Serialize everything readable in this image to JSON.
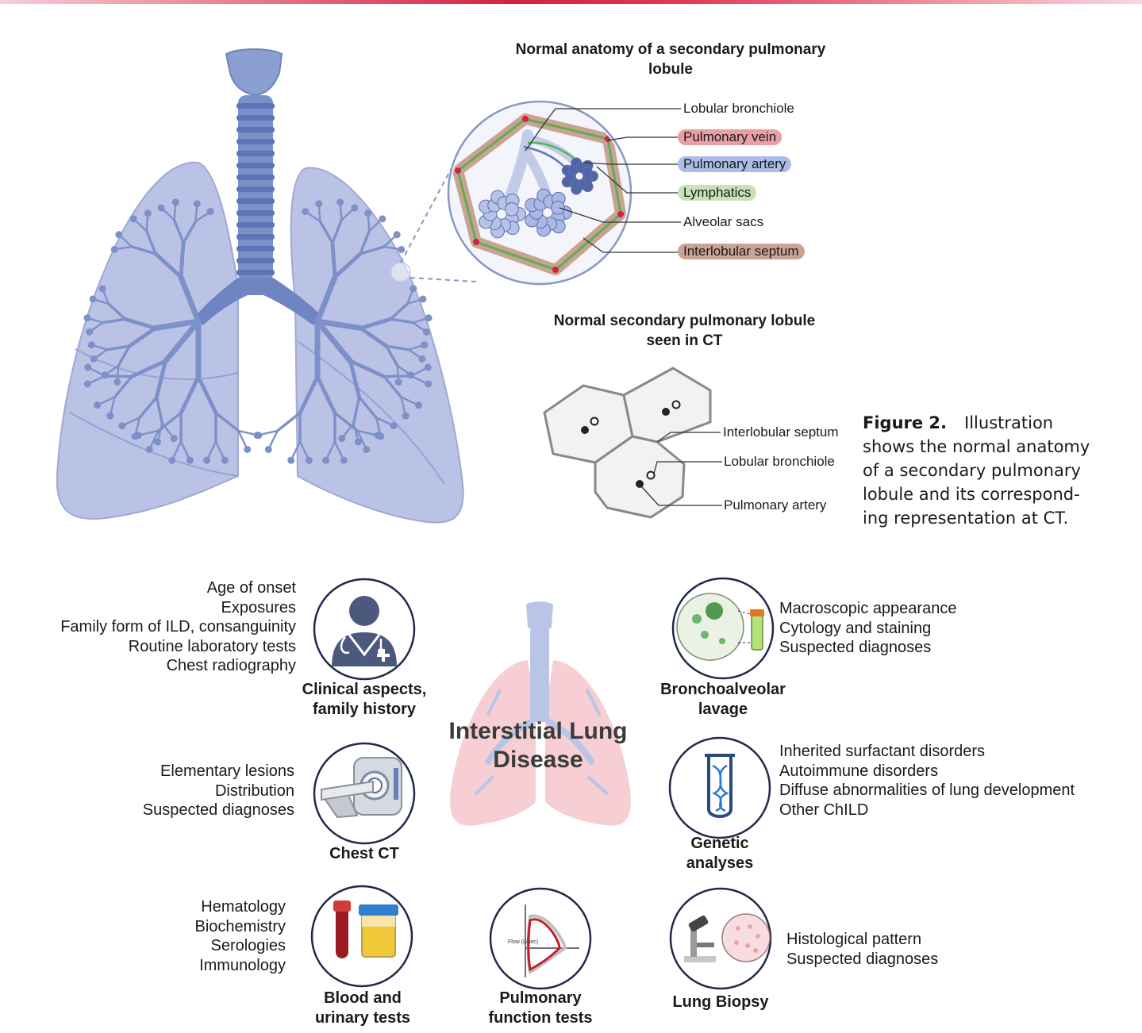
{
  "lobule_title": "Normal anatomy of a secondary pulmonary lobule",
  "lobule_labels": {
    "lobular_bronchiole": "Lobular bronchiole",
    "pulmonary_vein": "Pulmonary vein",
    "pulmonary_artery": "Pulmonary artery",
    "lymphatics": "Lymphatics",
    "alveolar_sacs": "Alveolar sacs",
    "interlobular_septum": "Interlobular septum"
  },
  "ct_title": "Normal secondary pulmonary lobule seen in CT",
  "ct_labels": {
    "interlobular_septum": "Interlobular septum",
    "lobular_bronchiole": "Lobular bronchiole",
    "pulmonary_artery": "Pulmonary artery"
  },
  "caption": {
    "label": "Figure 2.",
    "text": "Illustration shows the normal anatomy of a secondary pulmonary lobule and its correspond-ing representation at CT."
  },
  "center_title": "Interstitial Lung Disease",
  "modules": {
    "clinical": {
      "caption": "Clinical aspects, family history",
      "items": [
        "Age of onset",
        "Exposures",
        "Family form of ILD, consanguinity",
        "Routine laboratory tests",
        "Chest radiography"
      ]
    },
    "ct": {
      "caption": "Chest CT",
      "items": [
        "Elementary lesions",
        "Distribution",
        "Suspected diagnoses"
      ]
    },
    "blood": {
      "caption": "Blood and urinary tests",
      "items": [
        "Hematology",
        "Biochemistry",
        "Serologies",
        "Immunology"
      ]
    },
    "pft": {
      "caption": "Pulmonary function tests",
      "axis_label": "Flow (L/sec)"
    },
    "bal": {
      "caption": "Bronchoalveolar lavage",
      "items": [
        "Macroscopic appearance",
        "Cytology and staining",
        "Suspected diagnoses"
      ]
    },
    "genetic": {
      "caption": "Genetic analyses",
      "items": [
        "Inherited surfactant disorders",
        "Autoimmune disorders",
        "Diffuse abnormalities of lung development",
        "Other ChILD"
      ]
    },
    "biopsy": {
      "caption": "Lung Biopsy",
      "items": [
        "Histological pattern",
        "Suspected diagnoses"
      ]
    }
  },
  "colors": {
    "lung_blue": "#9fb0dc",
    "lung_pink": "#f4c6cb",
    "vein": "#e8a0a4",
    "artery": "#a9bde6",
    "lymph": "#c7e3b5",
    "septum": "#c9a293",
    "accent": "#d6203f"
  }
}
